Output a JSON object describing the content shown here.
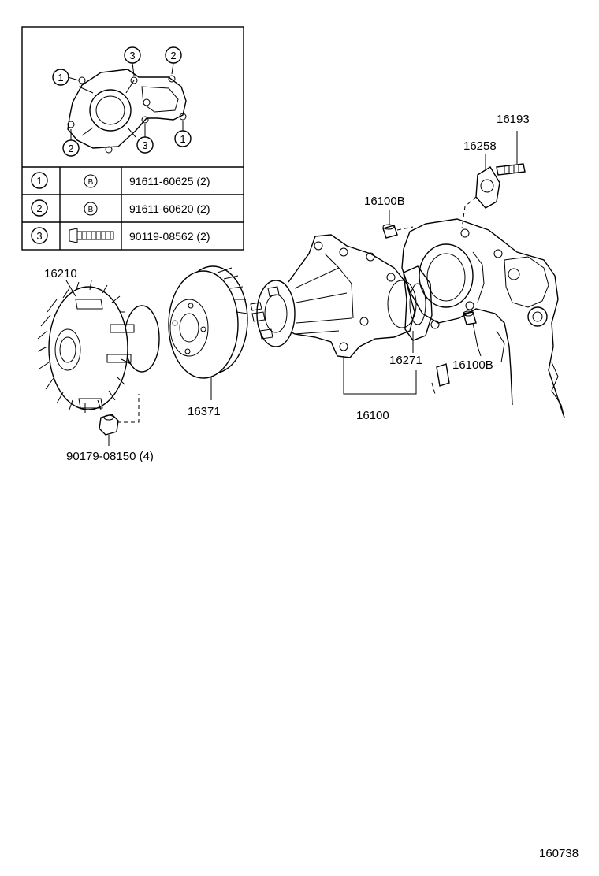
{
  "inset": {
    "callouts": [
      "1",
      "2",
      "3",
      "2",
      "3",
      "1"
    ],
    "rows": [
      {
        "num": "1",
        "symbol": "B",
        "part": "91611-60625 (2)"
      },
      {
        "num": "2",
        "symbol": "B",
        "part": "91611-60620 (2)"
      },
      {
        "num": "3",
        "symbol": "bolt",
        "part": "90119-08562 (2)"
      }
    ]
  },
  "labels": {
    "stud": "16193",
    "gasket_small": "16258",
    "dowel_top": "16100B",
    "fan_clutch": "16210",
    "pulley": "16371",
    "gasket": "16271",
    "dowel_bottom": "16100B",
    "pump": "16100",
    "nut": "90179-08150 (4)"
  },
  "figure_id": "160738"
}
